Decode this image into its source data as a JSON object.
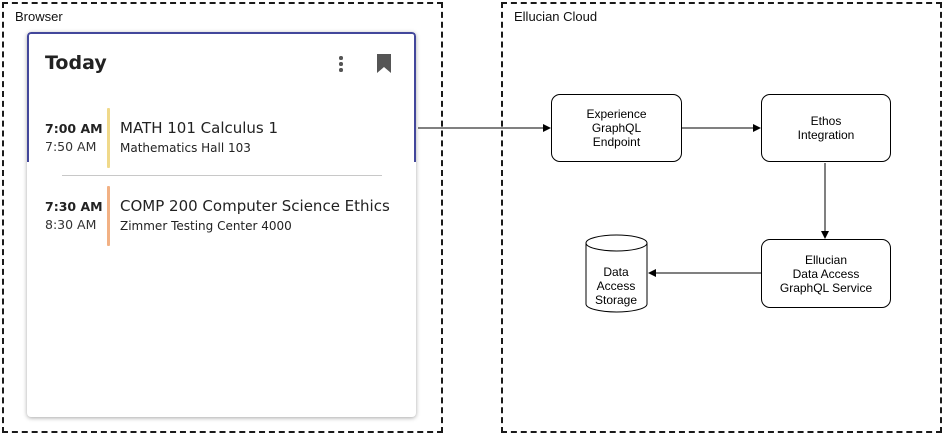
{
  "zones": {
    "browser_label": "Browser",
    "cloud_label": "Ellucian Cloud"
  },
  "card": {
    "title": "Today",
    "accent_color": "#43479b",
    "menu_icon": "kebab-menu-icon",
    "bookmark_icon": "bookmark-icon",
    "events": [
      {
        "start": "7:00 AM",
        "end": "7:50 AM",
        "title": "MATH 101 Calculus 1",
        "location": "Mathematics Hall 103",
        "color": "#f0d98a"
      },
      {
        "start": "7:30 AM",
        "end": "8:30 AM",
        "title": "COMP 200 Computer Science Ethics",
        "location": "Zimmer Testing Center 4000",
        "color": "#f2b184"
      }
    ]
  },
  "nodes": {
    "experience": "Experience\nGraphQL\nEndpoint",
    "ethos": "Ethos\nIntegration",
    "data_access": "Ellucian\nData Access\nGraphQL Service",
    "storage": "Data\nAccess\nStorage"
  }
}
